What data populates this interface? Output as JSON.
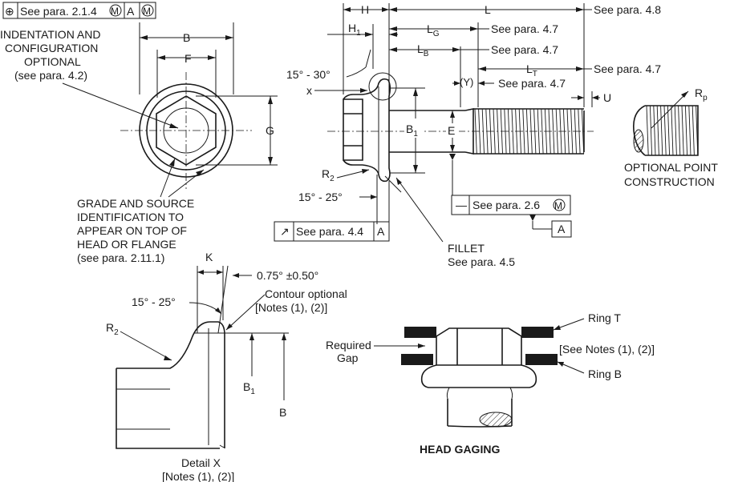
{
  "frames": {
    "position_tolerance": {
      "symbol": "⊕",
      "text": "See para. 2.1.4",
      "modifier_1": "M",
      "datum": "A",
      "modifier_2": "M"
    },
    "runout_tolerance": {
      "symbol": "↗",
      "text": "See para. 4.4",
      "datum": "A"
    },
    "straightness_tolerance": {
      "symbol": "—",
      "text": "See para. 2.6",
      "modifier": "M"
    },
    "datum_a": {
      "letter": "A"
    }
  },
  "top_view": {
    "note_lines": [
      "INDENTATION AND",
      "CONFIGURATION",
      "OPTIONAL",
      "(see para. 4.2)"
    ],
    "dim_b": "B",
    "dim_f": "F",
    "dim_g": "G"
  },
  "grade_note": [
    "GRADE AND SOURCE",
    "IDENTIFICATION TO",
    "APPEAR ON TOP OF",
    "HEAD OR FLANGE",
    "(see para. 2.11.1)"
  ],
  "side_view": {
    "dim_h": "H",
    "dim_h1": {
      "base": "H",
      "sub": "1"
    },
    "dim_l": {
      "label": "L",
      "ref": "See para. 4.8"
    },
    "dim_lg": {
      "base": "L",
      "sub": "G",
      "ref": "See para. 4.7"
    },
    "dim_lb": {
      "base": "L",
      "sub": "B",
      "ref": "See para. 4.7"
    },
    "dim_lt": {
      "base": "L",
      "sub": "T",
      "ref": "See para. 4.7"
    },
    "dim_y": {
      "label": "(Y)",
      "ref": "See para. 4.7"
    },
    "dim_u": "U",
    "angle_top": "15° - 30°",
    "x_label": "x",
    "dim_b1": {
      "base": "B",
      "sub": "1"
    },
    "dim_e": "E",
    "r2": {
      "base": "R",
      "sub": "2"
    },
    "angle_bottom": "15° - 25°",
    "fillet_note": [
      "FILLET",
      "See para. 4.5"
    ]
  },
  "point_view": {
    "rp": {
      "base": "R",
      "sub": "p"
    },
    "caption": [
      "OPTIONAL POINT",
      "CONSTRUCTION"
    ]
  },
  "detail_x": {
    "dim_k": "K",
    "tolerance": "0.75° ±0.50°",
    "contour_note": [
      "Contour optional",
      "[Notes (1), (2)]"
    ],
    "angle": "15° - 25°",
    "r2": {
      "base": "R",
      "sub": "2"
    },
    "dim_b1": {
      "base": "B",
      "sub": "1"
    },
    "dim_b": "B",
    "caption": [
      "Detail X",
      "[Notes (1), (2)]"
    ]
  },
  "head_gaging": {
    "ring_t": "Ring T",
    "ring_b": "Ring B",
    "notes": "[See Notes (1), (2)]",
    "required_gap": [
      "Required",
      "Gap"
    ],
    "title": "HEAD GAGING"
  }
}
